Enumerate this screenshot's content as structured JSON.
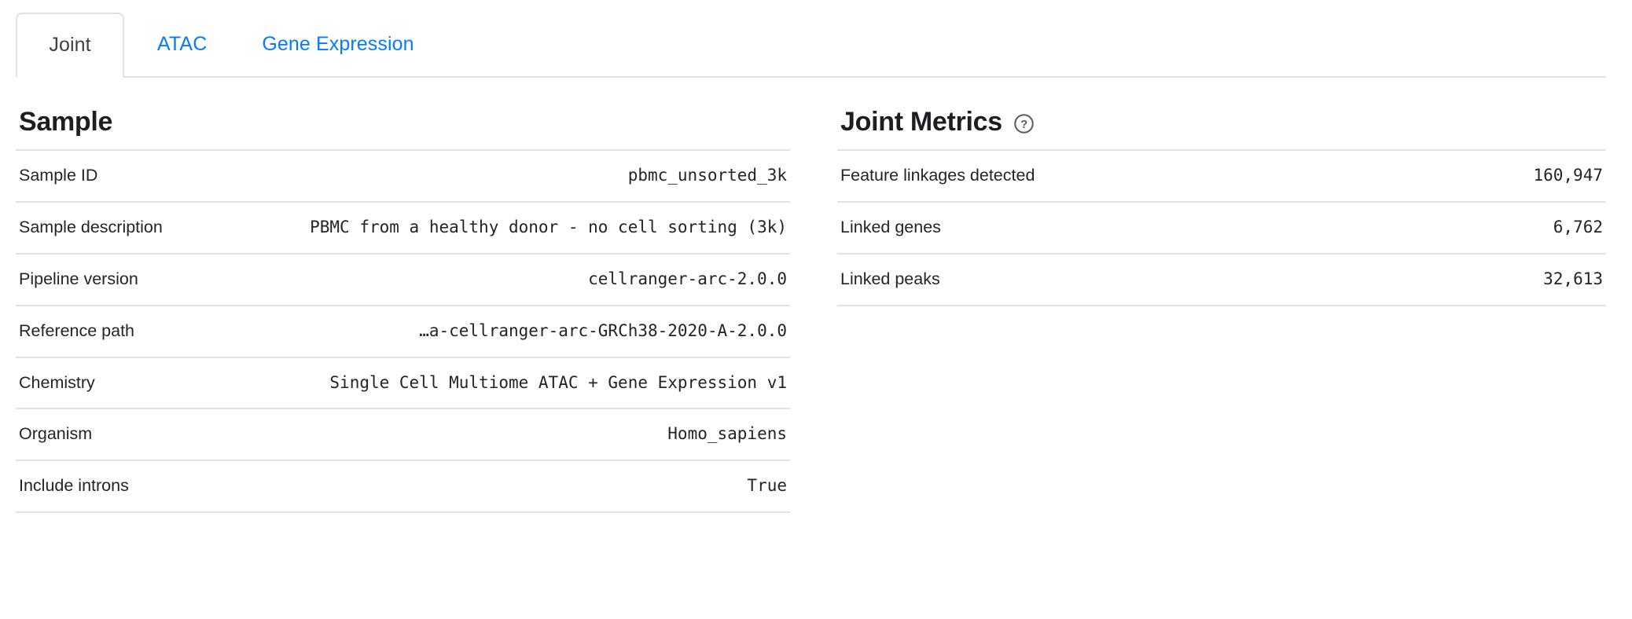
{
  "tabs": [
    {
      "label": "Joint",
      "active": true
    },
    {
      "label": "ATAC",
      "active": false
    },
    {
      "label": "Gene Expression",
      "active": false
    }
  ],
  "colors": {
    "link": "#077bfb",
    "text": "#212529",
    "border": "#dee2e6",
    "heading": "#1b1f23"
  },
  "sample_panel": {
    "title": "Sample",
    "rows": [
      {
        "key": "Sample ID",
        "value": "pbmc_unsorted_3k"
      },
      {
        "key": "Sample description",
        "value": "PBMC from a healthy donor - no cell sorting (3k)"
      },
      {
        "key": "Pipeline version",
        "value": "cellranger-arc-2.0.0"
      },
      {
        "key": "Reference path",
        "value": "…a-cellranger-arc-GRCh38-2020-A-2.0.0"
      },
      {
        "key": "Chemistry",
        "value": "Single Cell Multiome ATAC + Gene Expression v1"
      },
      {
        "key": "Organism",
        "value": "Homo_sapiens"
      },
      {
        "key": "Include introns",
        "value": "True"
      }
    ]
  },
  "joint_metrics_panel": {
    "title": "Joint Metrics",
    "help_icon": "question-mark-circle-icon",
    "rows": [
      {
        "key": "Feature linkages detected",
        "value": "160,947"
      },
      {
        "key": "Linked genes",
        "value": "6,762"
      },
      {
        "key": "Linked peaks",
        "value": "32,613"
      }
    ]
  }
}
